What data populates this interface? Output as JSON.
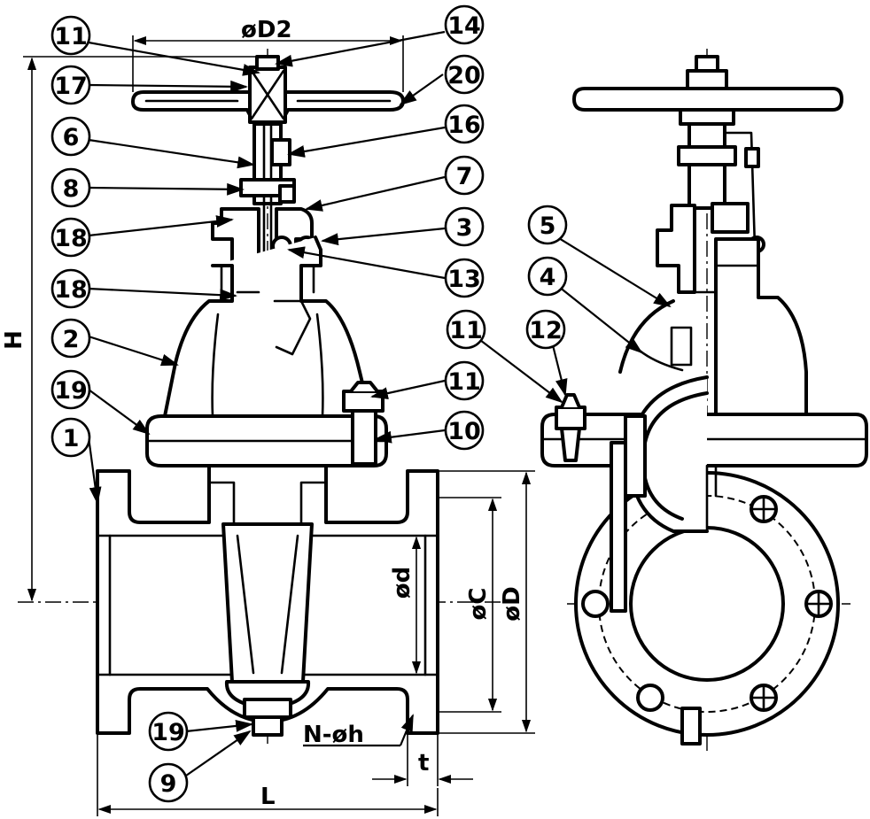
{
  "part_labels": {
    "p1": "1",
    "p2": "2",
    "p3": "3",
    "p4": "4",
    "p5": "5",
    "p6": "6",
    "p7": "7",
    "p8": "8",
    "p9": "9",
    "p10": "10",
    "p11a": "11",
    "p11b": "11",
    "p11c": "11",
    "p12": "12",
    "p13": "13",
    "p14": "14",
    "p16": "16",
    "p17": "17",
    "p18a": "18",
    "p18b": "18",
    "p19a": "19",
    "p19b": "19",
    "p20": "20"
  },
  "dimensions": {
    "D2": "øD2",
    "H": "H",
    "d": "ød",
    "C": "øC",
    "D": "øD",
    "Nh": "N-øh",
    "t": "t",
    "L": "L"
  }
}
